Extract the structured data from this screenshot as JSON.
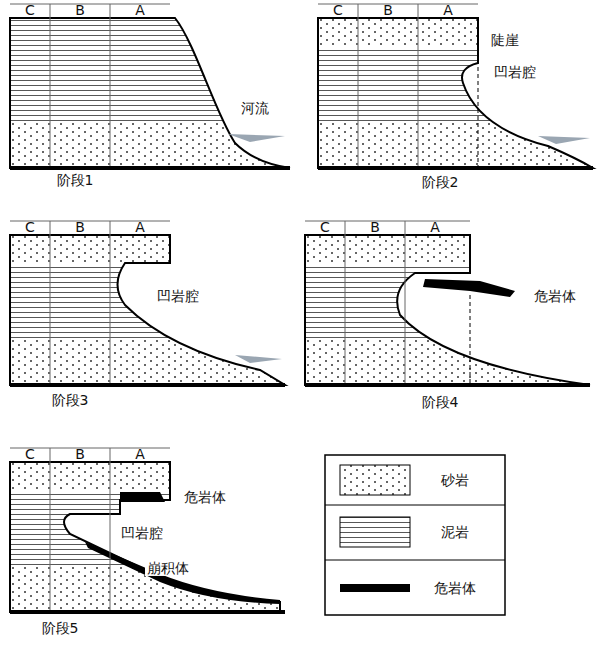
{
  "diagram": {
    "labels": [
      "C",
      "B",
      "A",
      "河流",
      "阶段1",
      "C",
      "B",
      "A",
      "陡崖",
      "凹岩腔",
      "阶段2",
      "C",
      "B",
      "A",
      "凹岩腔",
      "阶段3",
      "C",
      "B",
      "A",
      "危岩体",
      "阶段4",
      "C",
      "B",
      "A",
      "危岩体",
      "凹岩腔",
      "崩积体",
      "阶段5"
    ],
    "legend": [
      {
        "text": "砂岩"
      },
      {
        "text": "泥岩"
      },
      {
        "text": "危岩体",
        "color": "#000000"
      }
    ]
  }
}
